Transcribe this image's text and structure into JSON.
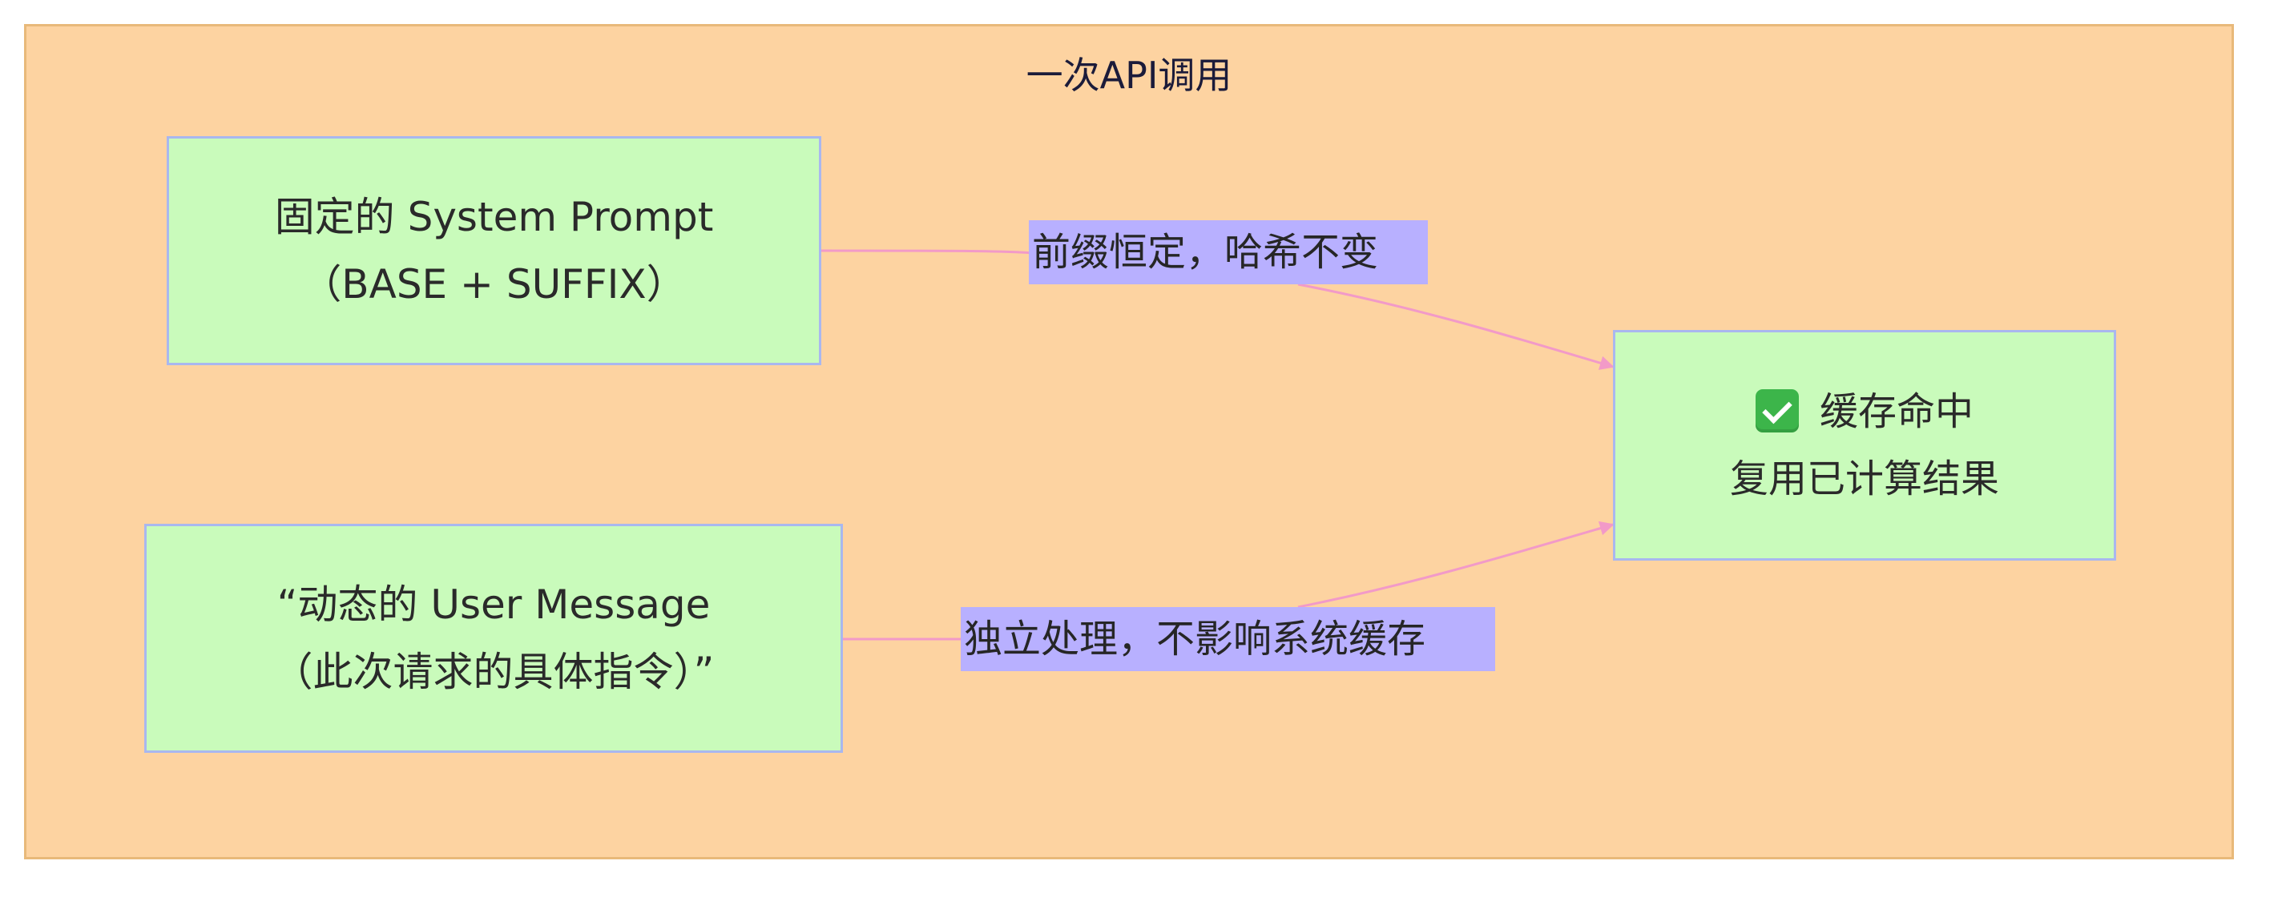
{
  "group": {
    "title": "一次API调用"
  },
  "nodes": {
    "system_prompt": {
      "line1": "固定的 System Prompt",
      "line2": "（BASE + SUFFIX）"
    },
    "user_message": {
      "line1": "“动态的 User Message",
      "line2": "（此次请求的具体指令）”"
    },
    "cache_hit": {
      "icon": "check-mark-button-icon",
      "line1": "缓存命中",
      "line2": "复用已计算结果"
    }
  },
  "edges": {
    "system_to_cache": "前缀恒定，哈希不变",
    "user_to_cache": "独立处理，不影响系统缓存"
  },
  "colors": {
    "group_fill": "#fdd3a1",
    "node_fill": "#c9fbbb",
    "node_border": "#a9b7ef",
    "edge_label_fill": "#b8b0ff",
    "edge_stroke": "#f29ac8"
  }
}
